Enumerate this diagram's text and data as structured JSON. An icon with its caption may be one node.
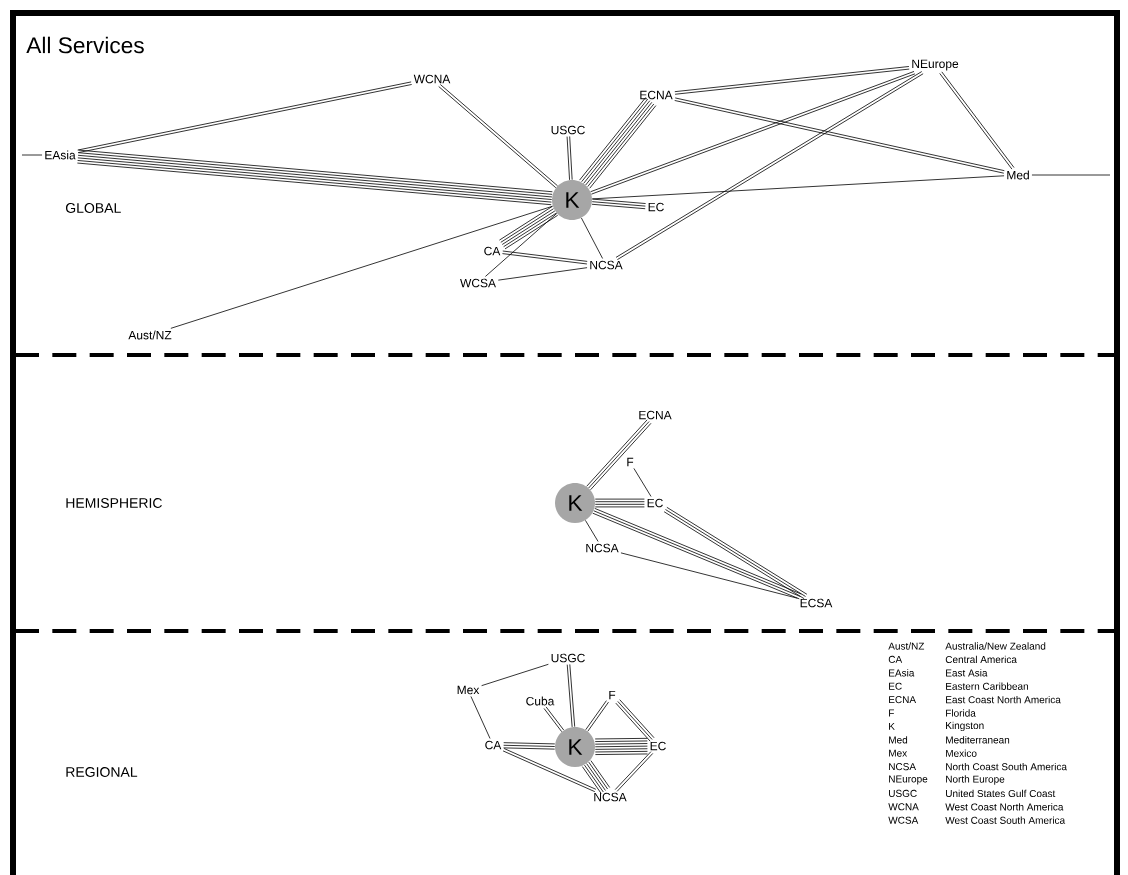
{
  "diagram": {
    "title": "All Services",
    "nodes": [
      {
        "text": [
          "EAsia"
        ]
      },
      {
        "text": [
          "WCNA"
        ]
      },
      {
        "text": [
          "USGC"
        ]
      },
      {
        "text": [
          "ECNA"
        ]
      },
      {
        "text": [
          "NEurope"
        ]
      },
      {
        "text": [
          "Med"
        ]
      },
      {
        "text": [
          "K"
        ]
      },
      {
        "text": [
          "EC"
        ]
      },
      {
        "text": [
          "CA"
        ]
      },
      {
        "text": [
          "WCSA"
        ]
      },
      {
        "text": [
          "NCSA"
        ]
      },
      {
        "text": [
          "Aust/NZ"
        ]
      },
      {
        "text": [
          "ECNA"
        ]
      },
      {
        "text": [
          "F"
        ]
      },
      {
        "text": [
          "K"
        ]
      },
      {
        "text": [
          "EC"
        ]
      },
      {
        "text": [
          "NCSA"
        ]
      },
      {
        "text": [
          "ECSA"
        ]
      },
      {
        "text": [
          "USGC"
        ]
      },
      {
        "text": [
          "Mex"
        ]
      },
      {
        "text": [
          "Cuba"
        ]
      },
      {
        "text": [
          "F"
        ]
      },
      {
        "text": [
          "CA"
        ]
      },
      {
        "text": [
          "K"
        ]
      },
      {
        "text": [
          "EC"
        ]
      },
      {
        "text": [
          "NCSA"
        ]
      }
    ],
    "edges": [
      {
        "from": null,
        "to": 0,
        "arrow": "none"
      },
      {
        "from": 0,
        "to": 1,
        "arrow": "none"
      },
      {
        "from": 0,
        "to": 1,
        "arrow": "none"
      },
      {
        "from": 0,
        "to": 6,
        "arrow": "none"
      },
      {
        "from": 0,
        "to": 6,
        "arrow": "none"
      },
      {
        "from": 0,
        "to": 6,
        "arrow": "none"
      },
      {
        "from": 0,
        "to": 6,
        "arrow": "none"
      },
      {
        "from": 0,
        "to": 6,
        "arrow": "none"
      },
      {
        "from": 0,
        "to": 6,
        "arrow": "none"
      },
      {
        "from": 1,
        "to": 6,
        "arrow": "none"
      },
      {
        "from": 1,
        "to": 6,
        "arrow": "none"
      },
      {
        "from": 2,
        "to": 6,
        "arrow": "none"
      },
      {
        "from": 2,
        "to": 6,
        "arrow": "none"
      },
      {
        "from": 3,
        "to": 6,
        "arrow": "none"
      },
      {
        "from": 3,
        "to": 6,
        "arrow": "none"
      },
      {
        "from": 3,
        "to": 6,
        "arrow": "none"
      },
      {
        "from": 3,
        "to": 6,
        "arrow": "none"
      },
      {
        "from": 3,
        "to": 6,
        "arrow": "none"
      },
      {
        "from": 3,
        "to": 6,
        "arrow": "none"
      },
      {
        "from": 3,
        "to": 4,
        "arrow": "none"
      },
      {
        "from": 3,
        "to": 4,
        "arrow": "none"
      },
      {
        "from": 3,
        "to": 5,
        "arrow": "none"
      },
      {
        "from": 3,
        "to": 5,
        "arrow": "none"
      },
      {
        "from": 4,
        "to": 6,
        "arrow": "none"
      },
      {
        "from": 4,
        "to": 6,
        "arrow": "none"
      },
      {
        "from": 4,
        "to": 10,
        "arrow": "none"
      },
      {
        "from": 4,
        "to": 10,
        "arrow": "none"
      },
      {
        "from": 4,
        "to": 5,
        "arrow": "none"
      },
      {
        "from": 4,
        "to": 5,
        "arrow": "none"
      },
      {
        "from": 6,
        "to": 5,
        "arrow": "none"
      },
      {
        "from": 5,
        "to": null,
        "arrow": "none"
      },
      {
        "from": 6,
        "to": 7,
        "arrow": "none"
      },
      {
        "from": 6,
        "to": 7,
        "arrow": "none"
      },
      {
        "from": 6,
        "to": 7,
        "arrow": "none"
      },
      {
        "from": 6,
        "to": 10,
        "arrow": "none"
      },
      {
        "from": 6,
        "to": 8,
        "arrow": "none"
      },
      {
        "from": 6,
        "to": 8,
        "arrow": "none"
      },
      {
        "from": 6,
        "to": 8,
        "arrow": "none"
      },
      {
        "from": 6,
        "to": 8,
        "arrow": "none"
      },
      {
        "from": 6,
        "to": 8,
        "arrow": "none"
      },
      {
        "from": 6,
        "to": 9,
        "arrow": "none"
      },
      {
        "from": 6,
        "to": 11,
        "arrow": "none"
      },
      {
        "from": 8,
        "to": 10,
        "arrow": "none"
      },
      {
        "from": 8,
        "to": 10,
        "arrow": "none"
      },
      {
        "from": 9,
        "to": 10,
        "arrow": "none"
      },
      {
        "from": 14,
        "to": 12,
        "arrow": "none"
      },
      {
        "from": 14,
        "to": 12,
        "arrow": "none"
      },
      {
        "from": 14,
        "to": 12,
        "arrow": "none"
      },
      {
        "from": 13,
        "to": 15,
        "arrow": "none"
      },
      {
        "from": 14,
        "to": 15,
        "arrow": "none"
      },
      {
        "from": 14,
        "to": 15,
        "arrow": "none"
      },
      {
        "from": 14,
        "to": 15,
        "arrow": "none"
      },
      {
        "from": 14,
        "to": 15,
        "arrow": "none"
      },
      {
        "from": 14,
        "to": 16,
        "arrow": "none"
      },
      {
        "from": 14,
        "to": 17,
        "arrow": "none"
      },
      {
        "from": 14,
        "to": 17,
        "arrow": "none"
      },
      {
        "from": 14,
        "to": 17,
        "arrow": "none"
      },
      {
        "from": 15,
        "to": 17,
        "arrow": "none"
      },
      {
        "from": 15,
        "to": 17,
        "arrow": "none"
      },
      {
        "from": 15,
        "to": 17,
        "arrow": "none"
      },
      {
        "from": 16,
        "to": 17,
        "arrow": "none"
      },
      {
        "from": 19,
        "to": 18,
        "arrow": "none"
      },
      {
        "from": 19,
        "to": 22,
        "arrow": "none"
      },
      {
        "from": 18,
        "to": 23,
        "arrow": "none"
      },
      {
        "from": 18,
        "to": 23,
        "arrow": "none"
      },
      {
        "from": 20,
        "to": 23,
        "arrow": "none"
      },
      {
        "from": 20,
        "to": 23,
        "arrow": "none"
      },
      {
        "from": 21,
        "to": 23,
        "arrow": "none"
      },
      {
        "from": 21,
        "to": 23,
        "arrow": "none"
      },
      {
        "from": 21,
        "to": 24,
        "arrow": "none"
      },
      {
        "from": 21,
        "to": 24,
        "arrow": "none"
      },
      {
        "from": 21,
        "to": 24,
        "arrow": "none"
      },
      {
        "from": 22,
        "to": 23,
        "arrow": "none"
      },
      {
        "from": 22,
        "to": 23,
        "arrow": "none"
      },
      {
        "from": 22,
        "to": 23,
        "arrow": "none"
      },
      {
        "from": 23,
        "to": 24,
        "arrow": "none"
      },
      {
        "from": 23,
        "to": 24,
        "arrow": "none"
      },
      {
        "from": 23,
        "to": 24,
        "arrow": "none"
      },
      {
        "from": 23,
        "to": 24,
        "arrow": "none"
      },
      {
        "from": 23,
        "to": 24,
        "arrow": "none"
      },
      {
        "from": 23,
        "to": 24,
        "arrow": "none"
      },
      {
        "from": 23,
        "to": 24,
        "arrow": "none"
      },
      {
        "from": 23,
        "to": 25,
        "arrow": "none"
      },
      {
        "from": 23,
        "to": 25,
        "arrow": "none"
      },
      {
        "from": 23,
        "to": 25,
        "arrow": "none"
      },
      {
        "from": 23,
        "to": 25,
        "arrow": "none"
      },
      {
        "from": 23,
        "to": 25,
        "arrow": "none"
      },
      {
        "from": 22,
        "to": 25,
        "arrow": "none"
      },
      {
        "from": 22,
        "to": 25,
        "arrow": "none"
      },
      {
        "from": 24,
        "to": 25,
        "arrow": "none"
      },
      {
        "from": 24,
        "to": 25,
        "arrow": "none"
      }
    ],
    "labels": [
      "GLOBAL",
      "HEMISPHERIC",
      "REGIONAL",
      "Aust/NZ",
      "Australia/New Zealand",
      "CA",
      "Central America",
      "EAsia",
      "East Asia",
      "EC",
      "Eastern Caribbean",
      "ECNA",
      "East Coast North America",
      "F",
      "Florida",
      "K",
      "Kingston",
      "Med",
      "Mediterranean",
      "Mex",
      "Mexico",
      "NCSA",
      "North Coast South America",
      "NEurope",
      "North Europe",
      "USGC",
      "United States Gulf Coast",
      "WCNA",
      "West Coast North America",
      "WCSA",
      "West Coast South America"
    ]
  }
}
